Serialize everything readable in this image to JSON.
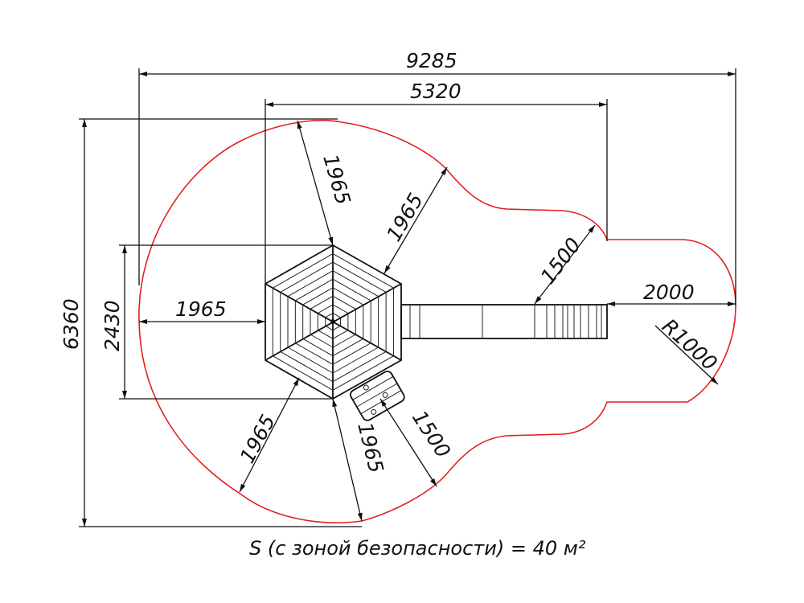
{
  "dimensions": {
    "total_width": "9285",
    "inner_width": "5320",
    "total_height": "6360",
    "hex_height": "2430",
    "left_clearance": "1965",
    "slide_clearance": "2000",
    "radius": "R1000",
    "radial_top": "1965",
    "radial_top_right": "1965",
    "radial_bottom_left": "1965",
    "radial_bottom": "1965",
    "slide_side": "1500",
    "ladder_side": "1500"
  },
  "caption": "S (с зоной безопасности) = 40 м²",
  "colors": {
    "safety_zone": "#e02020",
    "lines": "#111111"
  }
}
